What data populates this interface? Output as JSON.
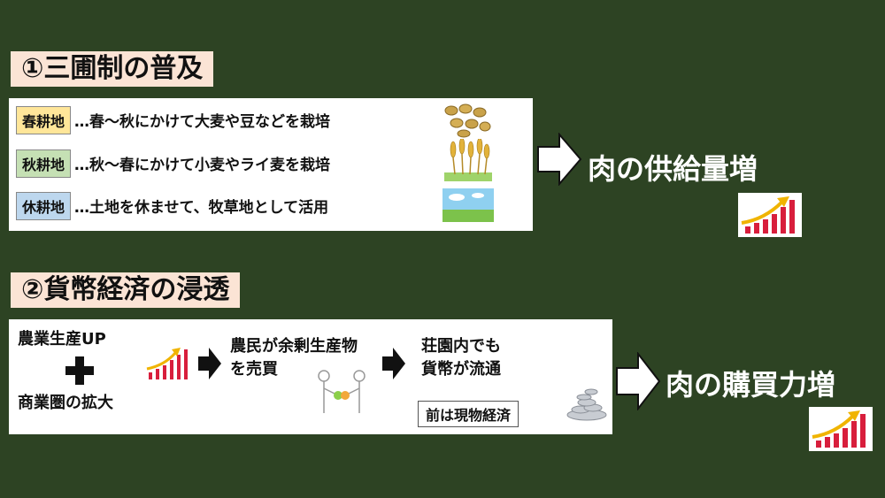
{
  "section1": {
    "heading": "①三圃制の普及",
    "rows": [
      {
        "tag": "春耕地",
        "tag_color": "#ffe699",
        "text": "…春～秋にかけて大麦や豆などを栽培",
        "icon": "beans-icon"
      },
      {
        "tag": "秋耕地",
        "tag_color": "#c5e0b4",
        "text": "…秋～春にかけて小麦やライ麦を栽培",
        "icon": "wheat-icon"
      },
      {
        "tag": "休耕地",
        "tag_color": "#bdd7ee",
        "text": "…土地を休ませて、牧草地として活用",
        "icon": "grassland-icon"
      }
    ],
    "result": "肉の供給量増"
  },
  "section2": {
    "heading": "②貨幣経済の浸透",
    "left_top": "農業生産UP",
    "left_bottom": "商業圏の拡大",
    "middle": [
      "農民が余剰生産物",
      "を売買"
    ],
    "right": [
      "荘園内でも",
      "貨幣が流通"
    ],
    "note": "前は現物経済",
    "result": "肉の購買力増"
  },
  "colors": {
    "background": "#2d4323",
    "heading_bg": "#fbe4d5",
    "panel_bg": "#ffffff"
  }
}
